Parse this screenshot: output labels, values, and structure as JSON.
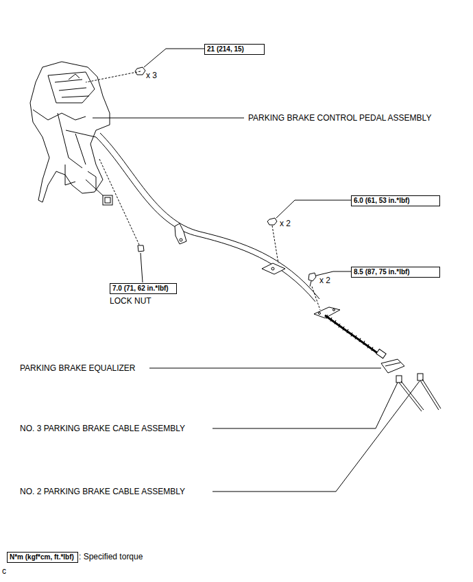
{
  "diagram": {
    "nodes": [
      {
        "text": [
          "21 (214, 15)"
        ]
      },
      {
        "text": [
          "6.0 (61, 53 in.*lbf)"
        ]
      },
      {
        "text": [
          "8.5 (87, 75 in.*lbf)"
        ]
      },
      {
        "text": [
          "7.0 (71, 62 in.*lbf)"
        ]
      },
      {
        "text": [
          "N*m (kgf*cm, ft.*lbf)"
        ]
      }
    ],
    "labels": [
      "x 3",
      "x 2",
      "x 2",
      "PARKING BRAKE CONTROL PEDAL ASSEMBLY",
      "LOCK NUT",
      "PARKING BRAKE EQUALIZER",
      "NO. 3 PARKING BRAKE CABLE ASSEMBLY",
      "NO. 2 PARKING BRAKE CABLE ASSEMBLY",
      ": Specified torque",
      "c"
    ]
  }
}
